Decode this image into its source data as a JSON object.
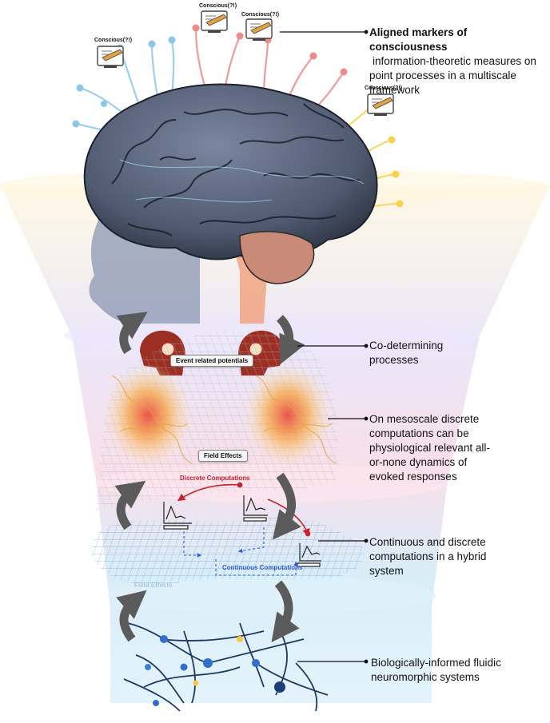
{
  "icons": {
    "conscious_label": "Conscious(?!)",
    "icon_name": "monitor-pen-icon"
  },
  "callouts": {
    "markers_title": "Aligned markers of consciousness",
    "markers_text": "information-theoretic measures on point processes in a multiscale framework",
    "codetermining": "Co-determining processes",
    "mesoscale": "On mesoscale discrete computations can be physiological relevant all-or-none dynamics of evoked responses",
    "hybrid": "Continuous and discrete computations in a hybrid system",
    "neuromorphic": "Biologically-informed fluidic neuromorphic systems"
  },
  "inline_labels": {
    "erp": "Event related potentials",
    "field_effects": "Field Effects",
    "discrete": "Discrete Computations",
    "continuous": "Continuous Computations",
    "field_effects_faded": "Field Effects"
  },
  "colors": {
    "brain_fill": "#5d6a82",
    "discrete_red": "#c8232c",
    "continuous_blue": "#2e5bd6",
    "funnel_yellow": "#fbe6b5",
    "funnel_purple": "#d7d4f3",
    "funnel_pink": "#f7d6e3",
    "funnel_blue": "#cfe7f7",
    "arrow_gray": "#5b5b5b"
  }
}
